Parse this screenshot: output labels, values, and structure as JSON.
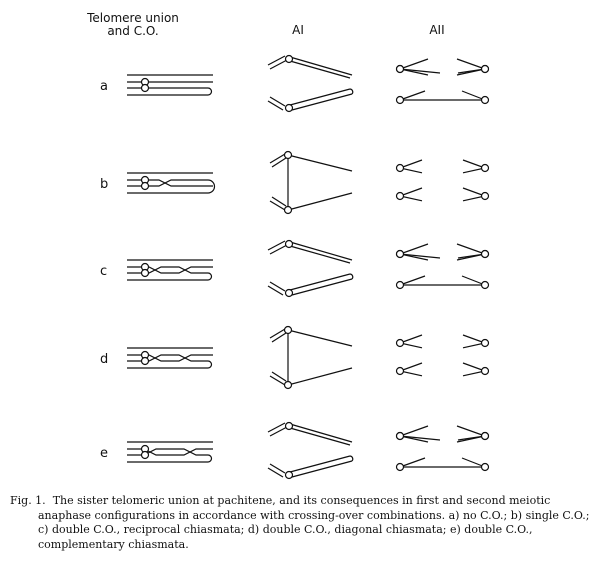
{
  "headers": {
    "col1_line1": "Telomere union",
    "col1_line2": "and C.O.",
    "col2": "AI",
    "col3": "AII"
  },
  "rows": [
    {
      "letter": "a",
      "description": "no C.O."
    },
    {
      "letter": "b",
      "description": "single C.O."
    },
    {
      "letter": "c",
      "description": "double C.O., reciprocal chiasmata"
    },
    {
      "letter": "d",
      "description": "double C.O., diagonal chiasmata"
    },
    {
      "letter": "e",
      "description": "double C.O., complementary chiasmata"
    }
  ],
  "caption": {
    "label": "Fig. 1.",
    "text": "The sister telomeric union at pachitene, and its consequences in first and second meiotic anaphase configurations in accordance with crossing-over combinations.  a) no C.O.;  b) single C.O.;  c) double C.O., reciprocal chiasmata;  d) double C.O., diagonal chiasmata;  e) double C.O., complementary chiasmata."
  }
}
